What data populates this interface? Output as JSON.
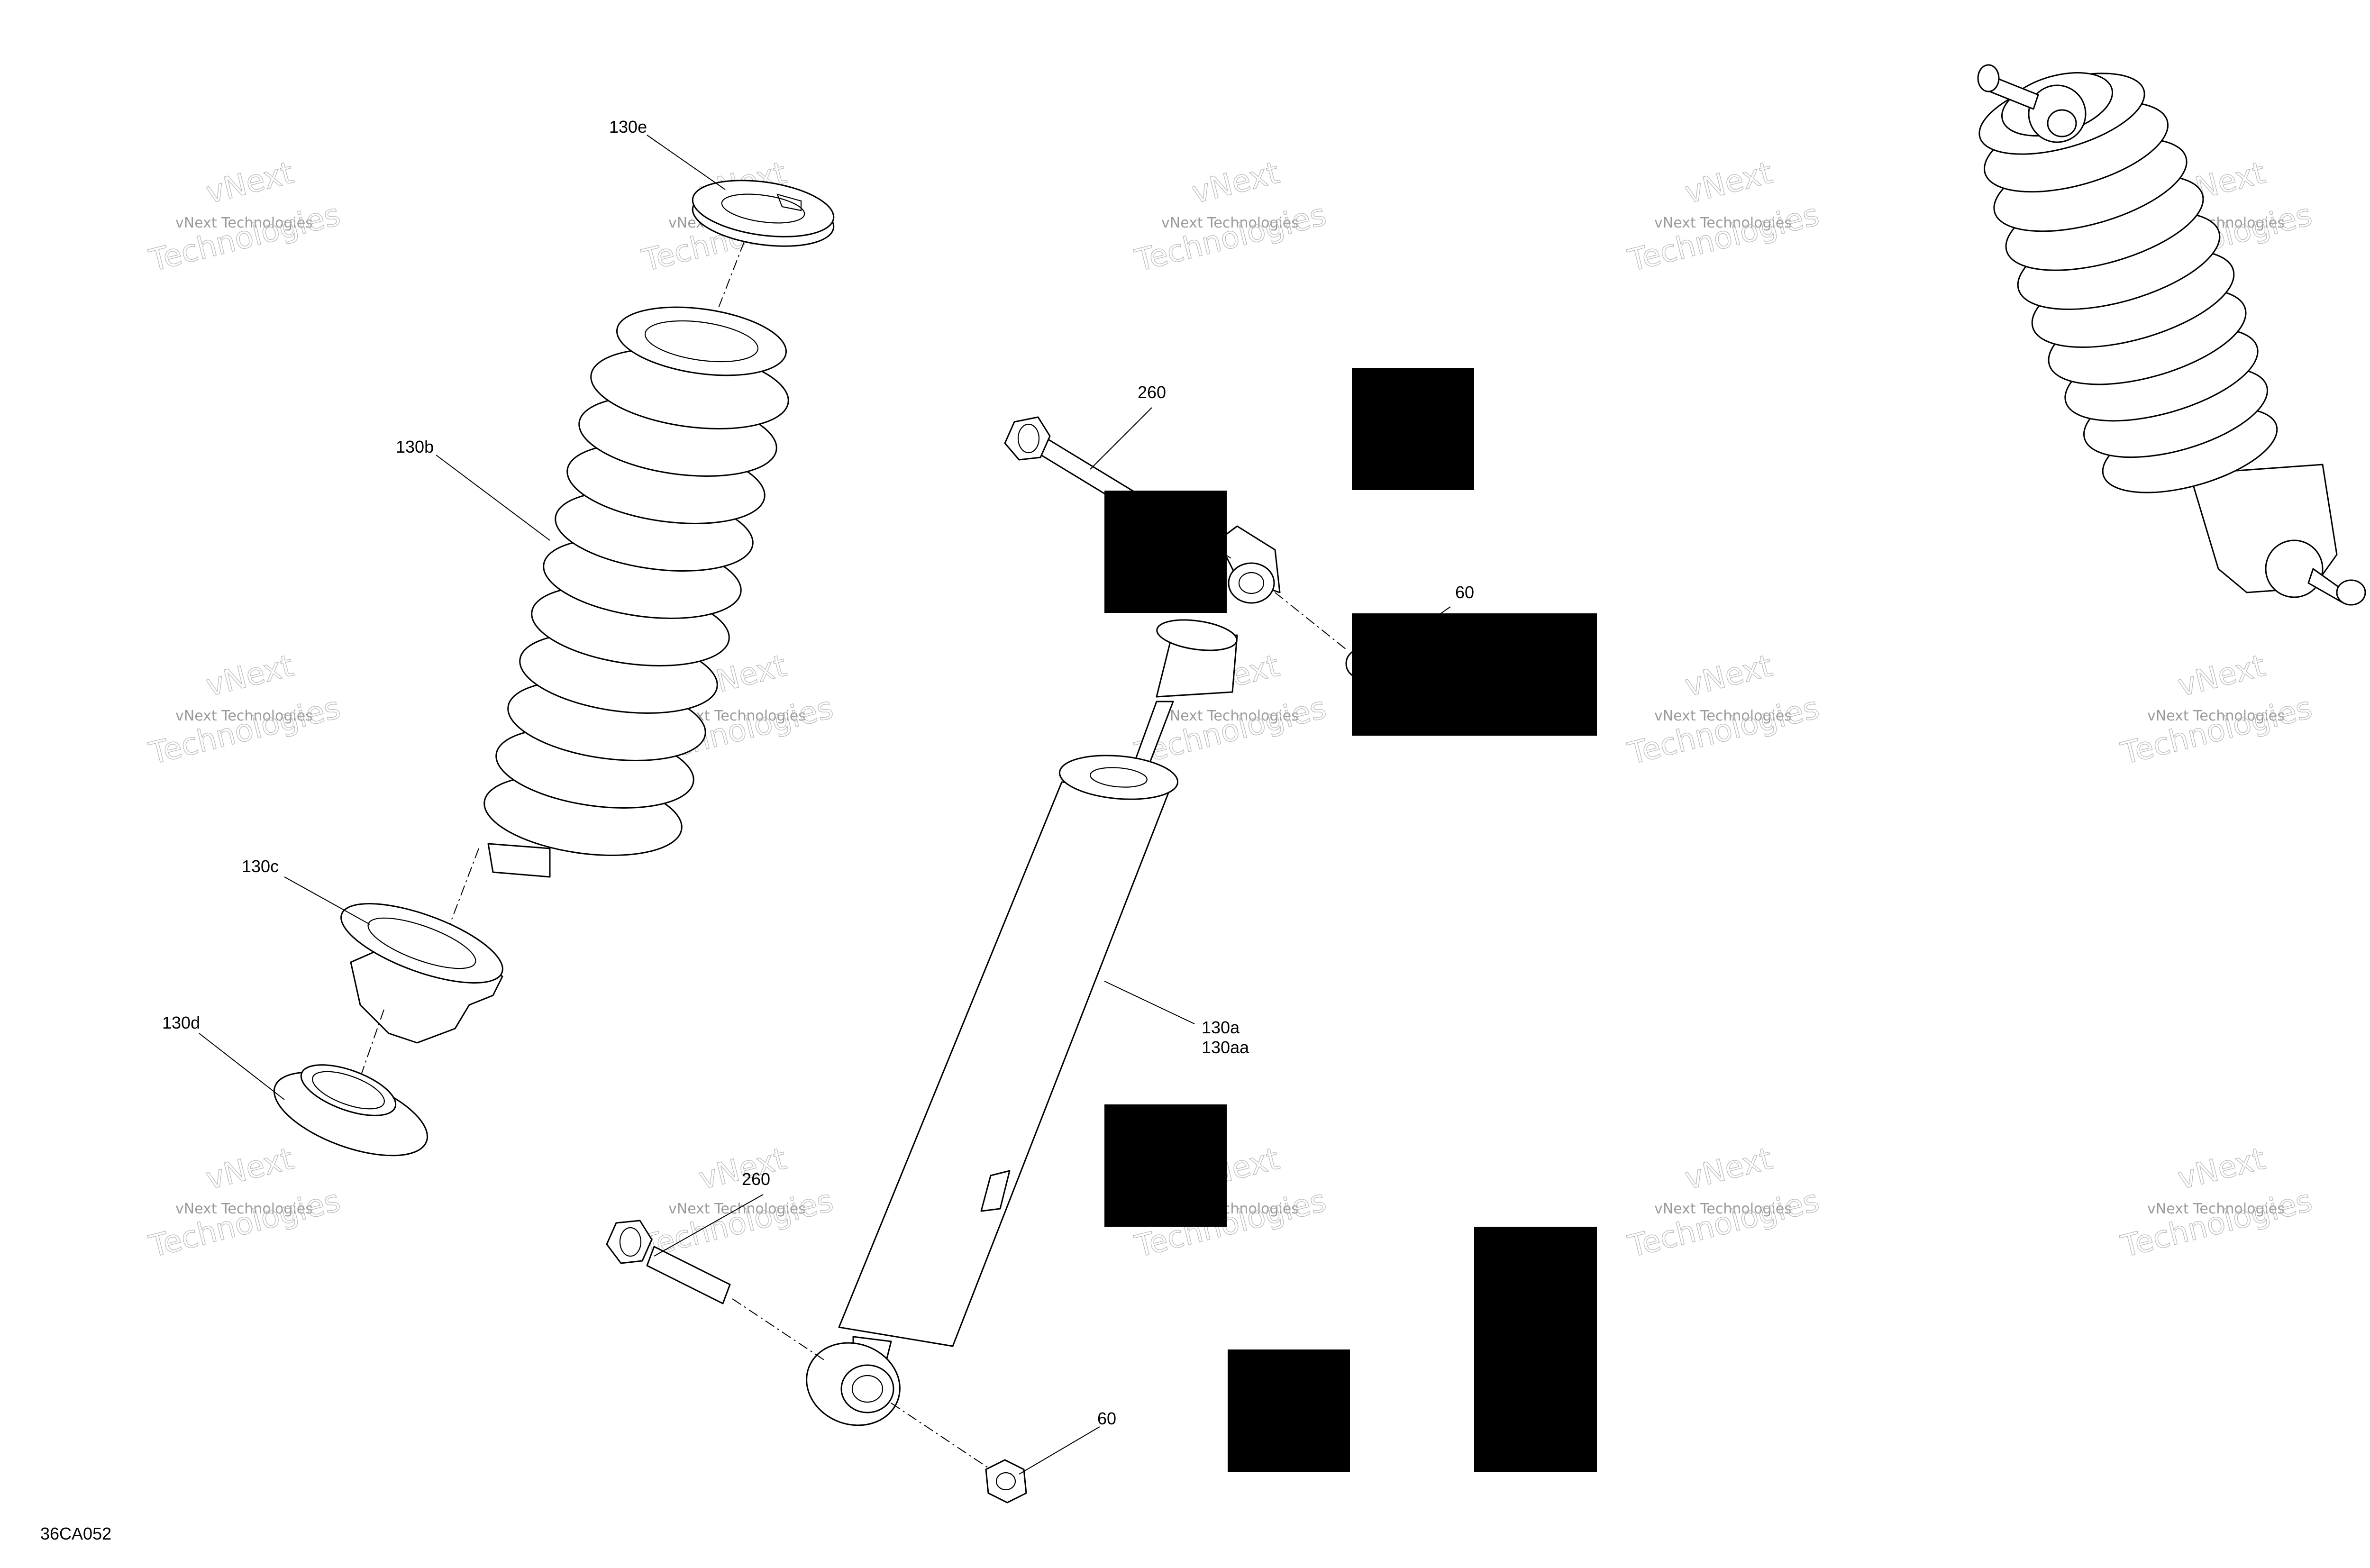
{
  "drawing_code": "36CA052",
  "watermark": {
    "line1": "vNext",
    "line2": "vNext Technologies",
    "line3": "Technologies"
  },
  "callouts": {
    "c130e": "130e",
    "c130b": "130b",
    "c130c": "130c",
    "c130d": "130d",
    "c260_top": "260",
    "c60_top": "60",
    "c130a": "130a",
    "c130aa": "130aa",
    "c260_bottom": "260",
    "c60_bottom": "60"
  }
}
